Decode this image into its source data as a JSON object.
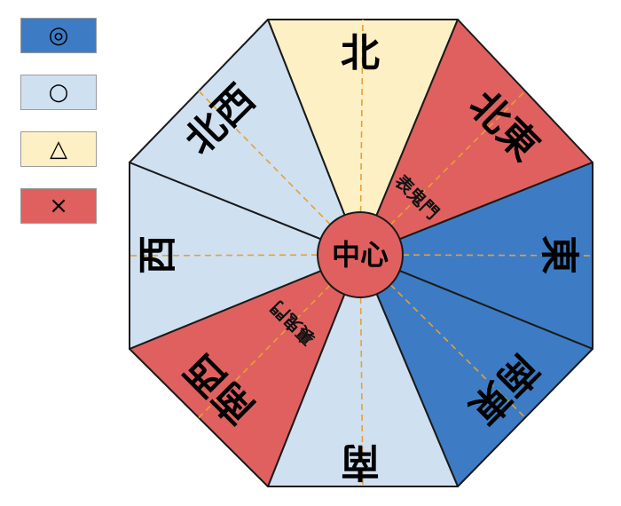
{
  "colors": {
    "best": "#3d7cc4",
    "good": "#cfe0f1",
    "fair": "#fdf0c4",
    "bad": "#e06060",
    "line": "#e8a030",
    "stroke": "#1a1a1a"
  },
  "legend": [
    {
      "symbol": "◎",
      "rating": "best"
    },
    {
      "symbol": "○",
      "rating": "good"
    },
    {
      "symbol": "△",
      "rating": "fair"
    },
    {
      "symbol": "×",
      "rating": "bad"
    }
  ],
  "sectors": [
    {
      "label": "北",
      "rating": "fair"
    },
    {
      "label": "北東",
      "rating": "bad"
    },
    {
      "label": "東",
      "rating": "best"
    },
    {
      "label": "南東",
      "rating": "best"
    },
    {
      "label": "南",
      "rating": "good"
    },
    {
      "label": "南西",
      "rating": "bad"
    },
    {
      "label": "西",
      "rating": "good"
    },
    {
      "label": "北西",
      "rating": "good"
    }
  ],
  "annotations": [
    {
      "text": "表鬼門",
      "sector": "北東"
    },
    {
      "text": "裏鬼門",
      "sector": "南西"
    }
  ],
  "center": {
    "label": "中心",
    "rating": "bad"
  }
}
